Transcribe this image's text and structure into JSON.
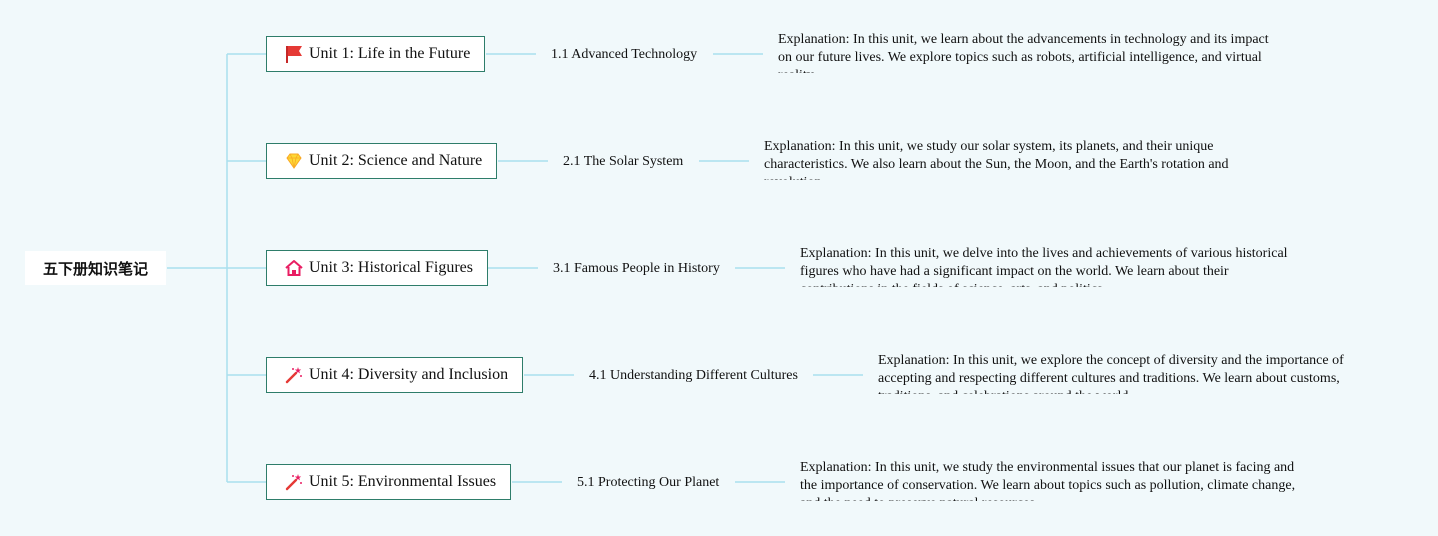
{
  "root": {
    "label": "五下册知识笔记"
  },
  "colors": {
    "connector": "#a9dfee",
    "unit_border": "#2e7d6a",
    "background": "#f1f9fb"
  },
  "units": [
    {
      "label": "Unit 1: Life in the Future",
      "icon": "red-flag-icon",
      "topic": "1.1 Advanced Technology",
      "explanation": "Explanation: In this unit, we learn about the advancements in technology and its impact on our future lives. We explore topics such as robots, artificial intelligence, and virtual reality."
    },
    {
      "label": "Unit 2: Science and Nature",
      "icon": "yellow-diamond-icon",
      "topic": "2.1 The Solar System",
      "explanation": "Explanation: In this unit, we study our solar system, its planets, and their unique characteristics. We also learn about the Sun, the Moon, and the Earth's rotation and revolution."
    },
    {
      "label": "Unit 3: Historical Figures",
      "icon": "house-icon",
      "topic": "3.1 Famous People in History",
      "explanation": "Explanation: In this unit, we delve into the lives and achievements of various historical figures who have had a significant impact on the world. We learn about their contributions in the fields of science, arts, and politics."
    },
    {
      "label": "Unit 4: Diversity and Inclusion",
      "icon": "magic-wand-icon",
      "topic": "4.1 Understanding Different Cultures",
      "explanation": "Explanation: In this unit, we explore the concept of diversity and the importance of accepting and respecting different cultures and traditions. We learn about customs, traditions, and celebrations around the world."
    },
    {
      "label": "Unit 5: Environmental Issues",
      "icon": "magic-wand-icon",
      "topic": "5.1 Protecting Our Planet",
      "explanation": "Explanation: In this unit, we study the environmental issues that our planet is facing and the importance of conservation. We learn about topics such as pollution, climate change, and the need to preserve natural resources."
    }
  ]
}
